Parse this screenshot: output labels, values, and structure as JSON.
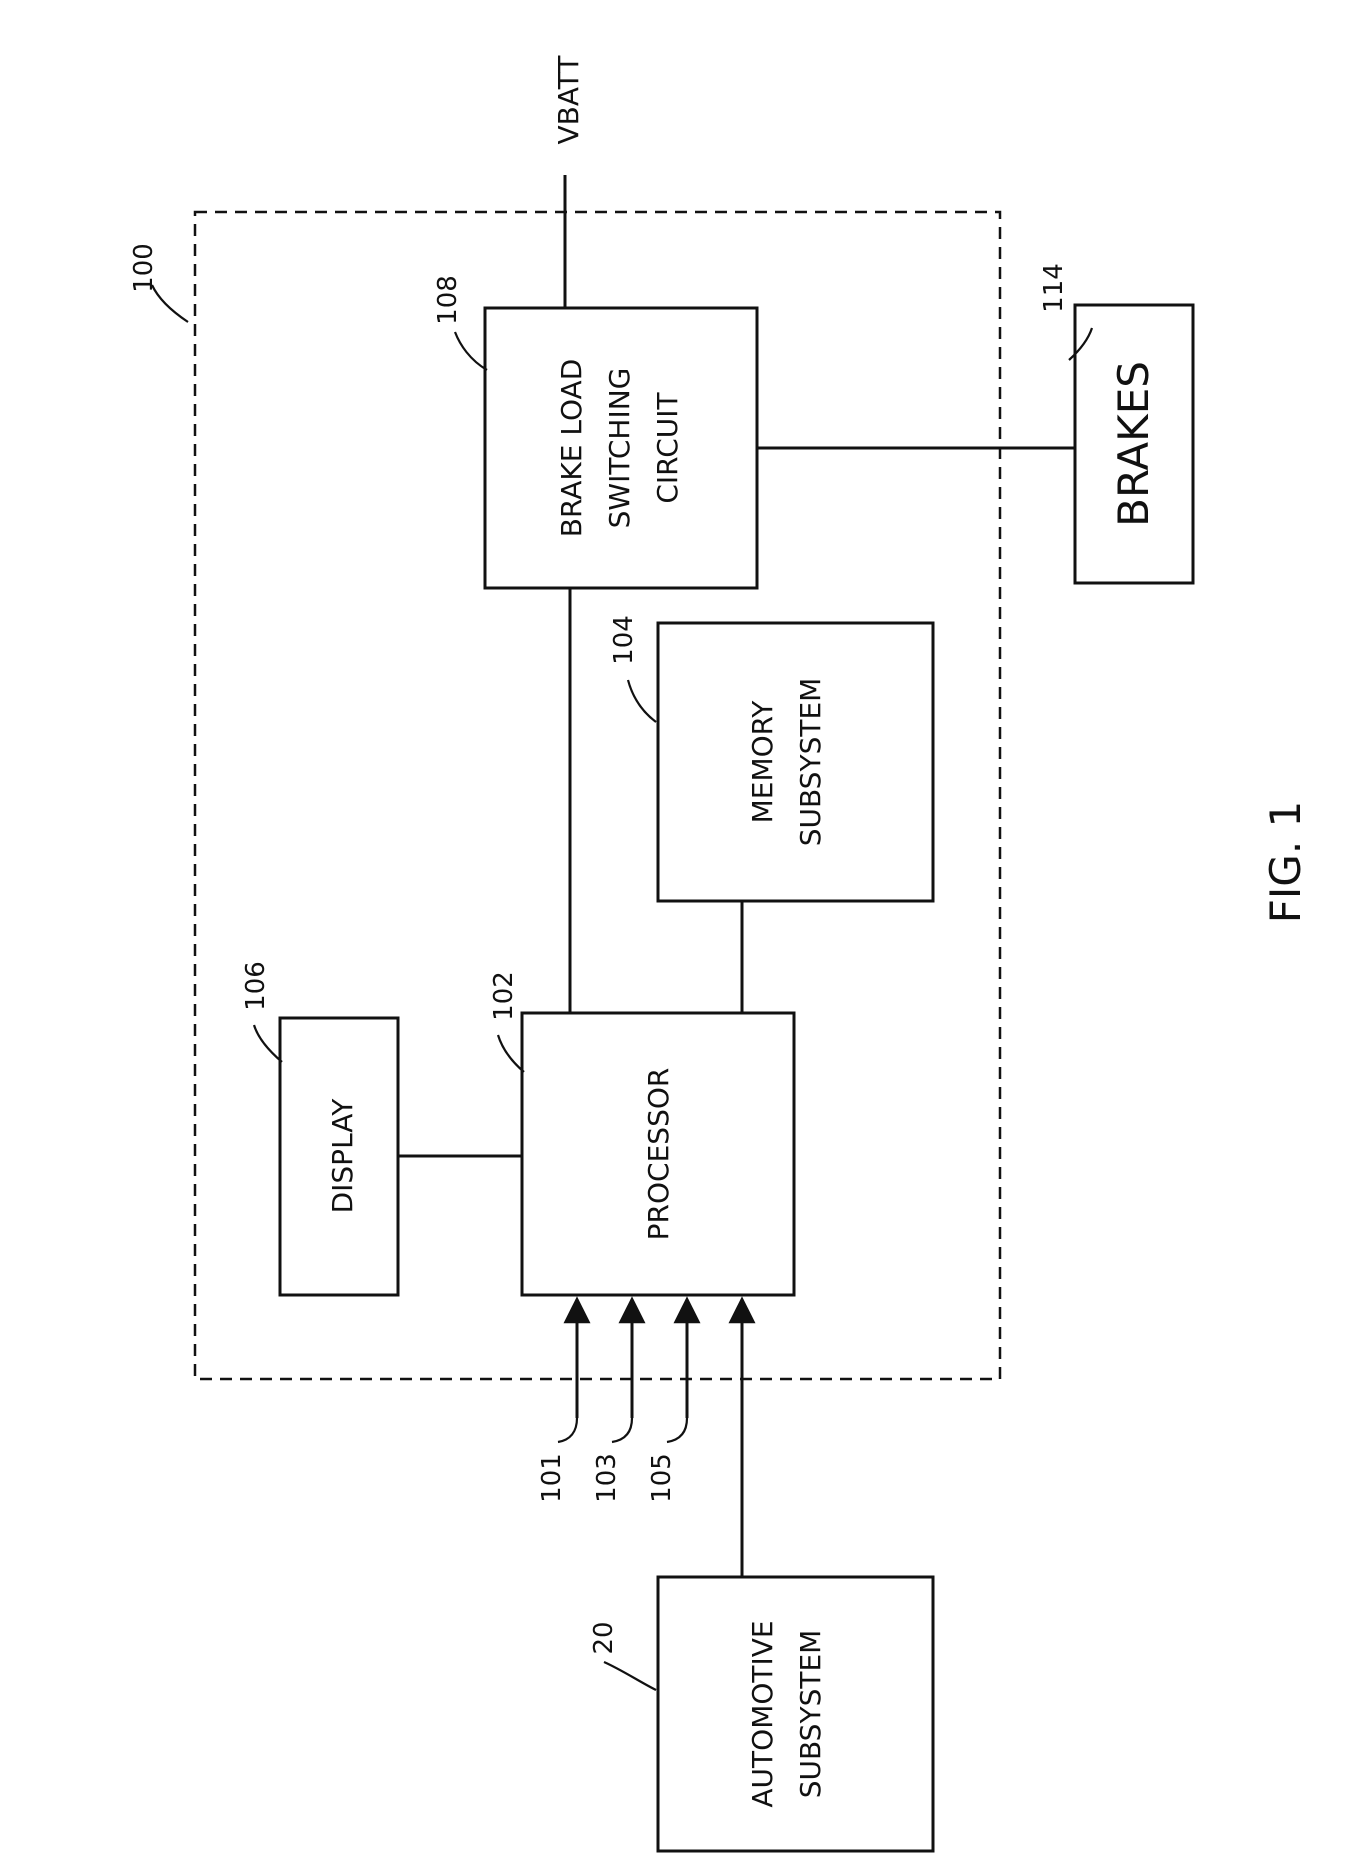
{
  "figure": {
    "caption": "FIG. 1",
    "vbatt_label": "VBATT",
    "system_ref": "100"
  },
  "blocks": {
    "brake_switching": {
      "ref": "108",
      "lines": [
        "BRAKE LOAD",
        "SWITCHING",
        "CIRCUIT"
      ]
    },
    "brakes": {
      "ref": "114",
      "lines": [
        "BRAKES"
      ]
    },
    "memory": {
      "ref": "104",
      "lines": [
        "MEMORY",
        "SUBSYSTEM"
      ]
    },
    "display": {
      "ref": "106",
      "lines": [
        "DISPLAY"
      ]
    },
    "processor": {
      "ref": "102",
      "lines": [
        "PROCESSOR"
      ]
    },
    "automotive": {
      "ref": "20",
      "lines": [
        "AUTOMOTIVE",
        "SUBSYSTEM"
      ]
    }
  },
  "inputs": {
    "refs": [
      "101",
      "103",
      "105"
    ]
  }
}
